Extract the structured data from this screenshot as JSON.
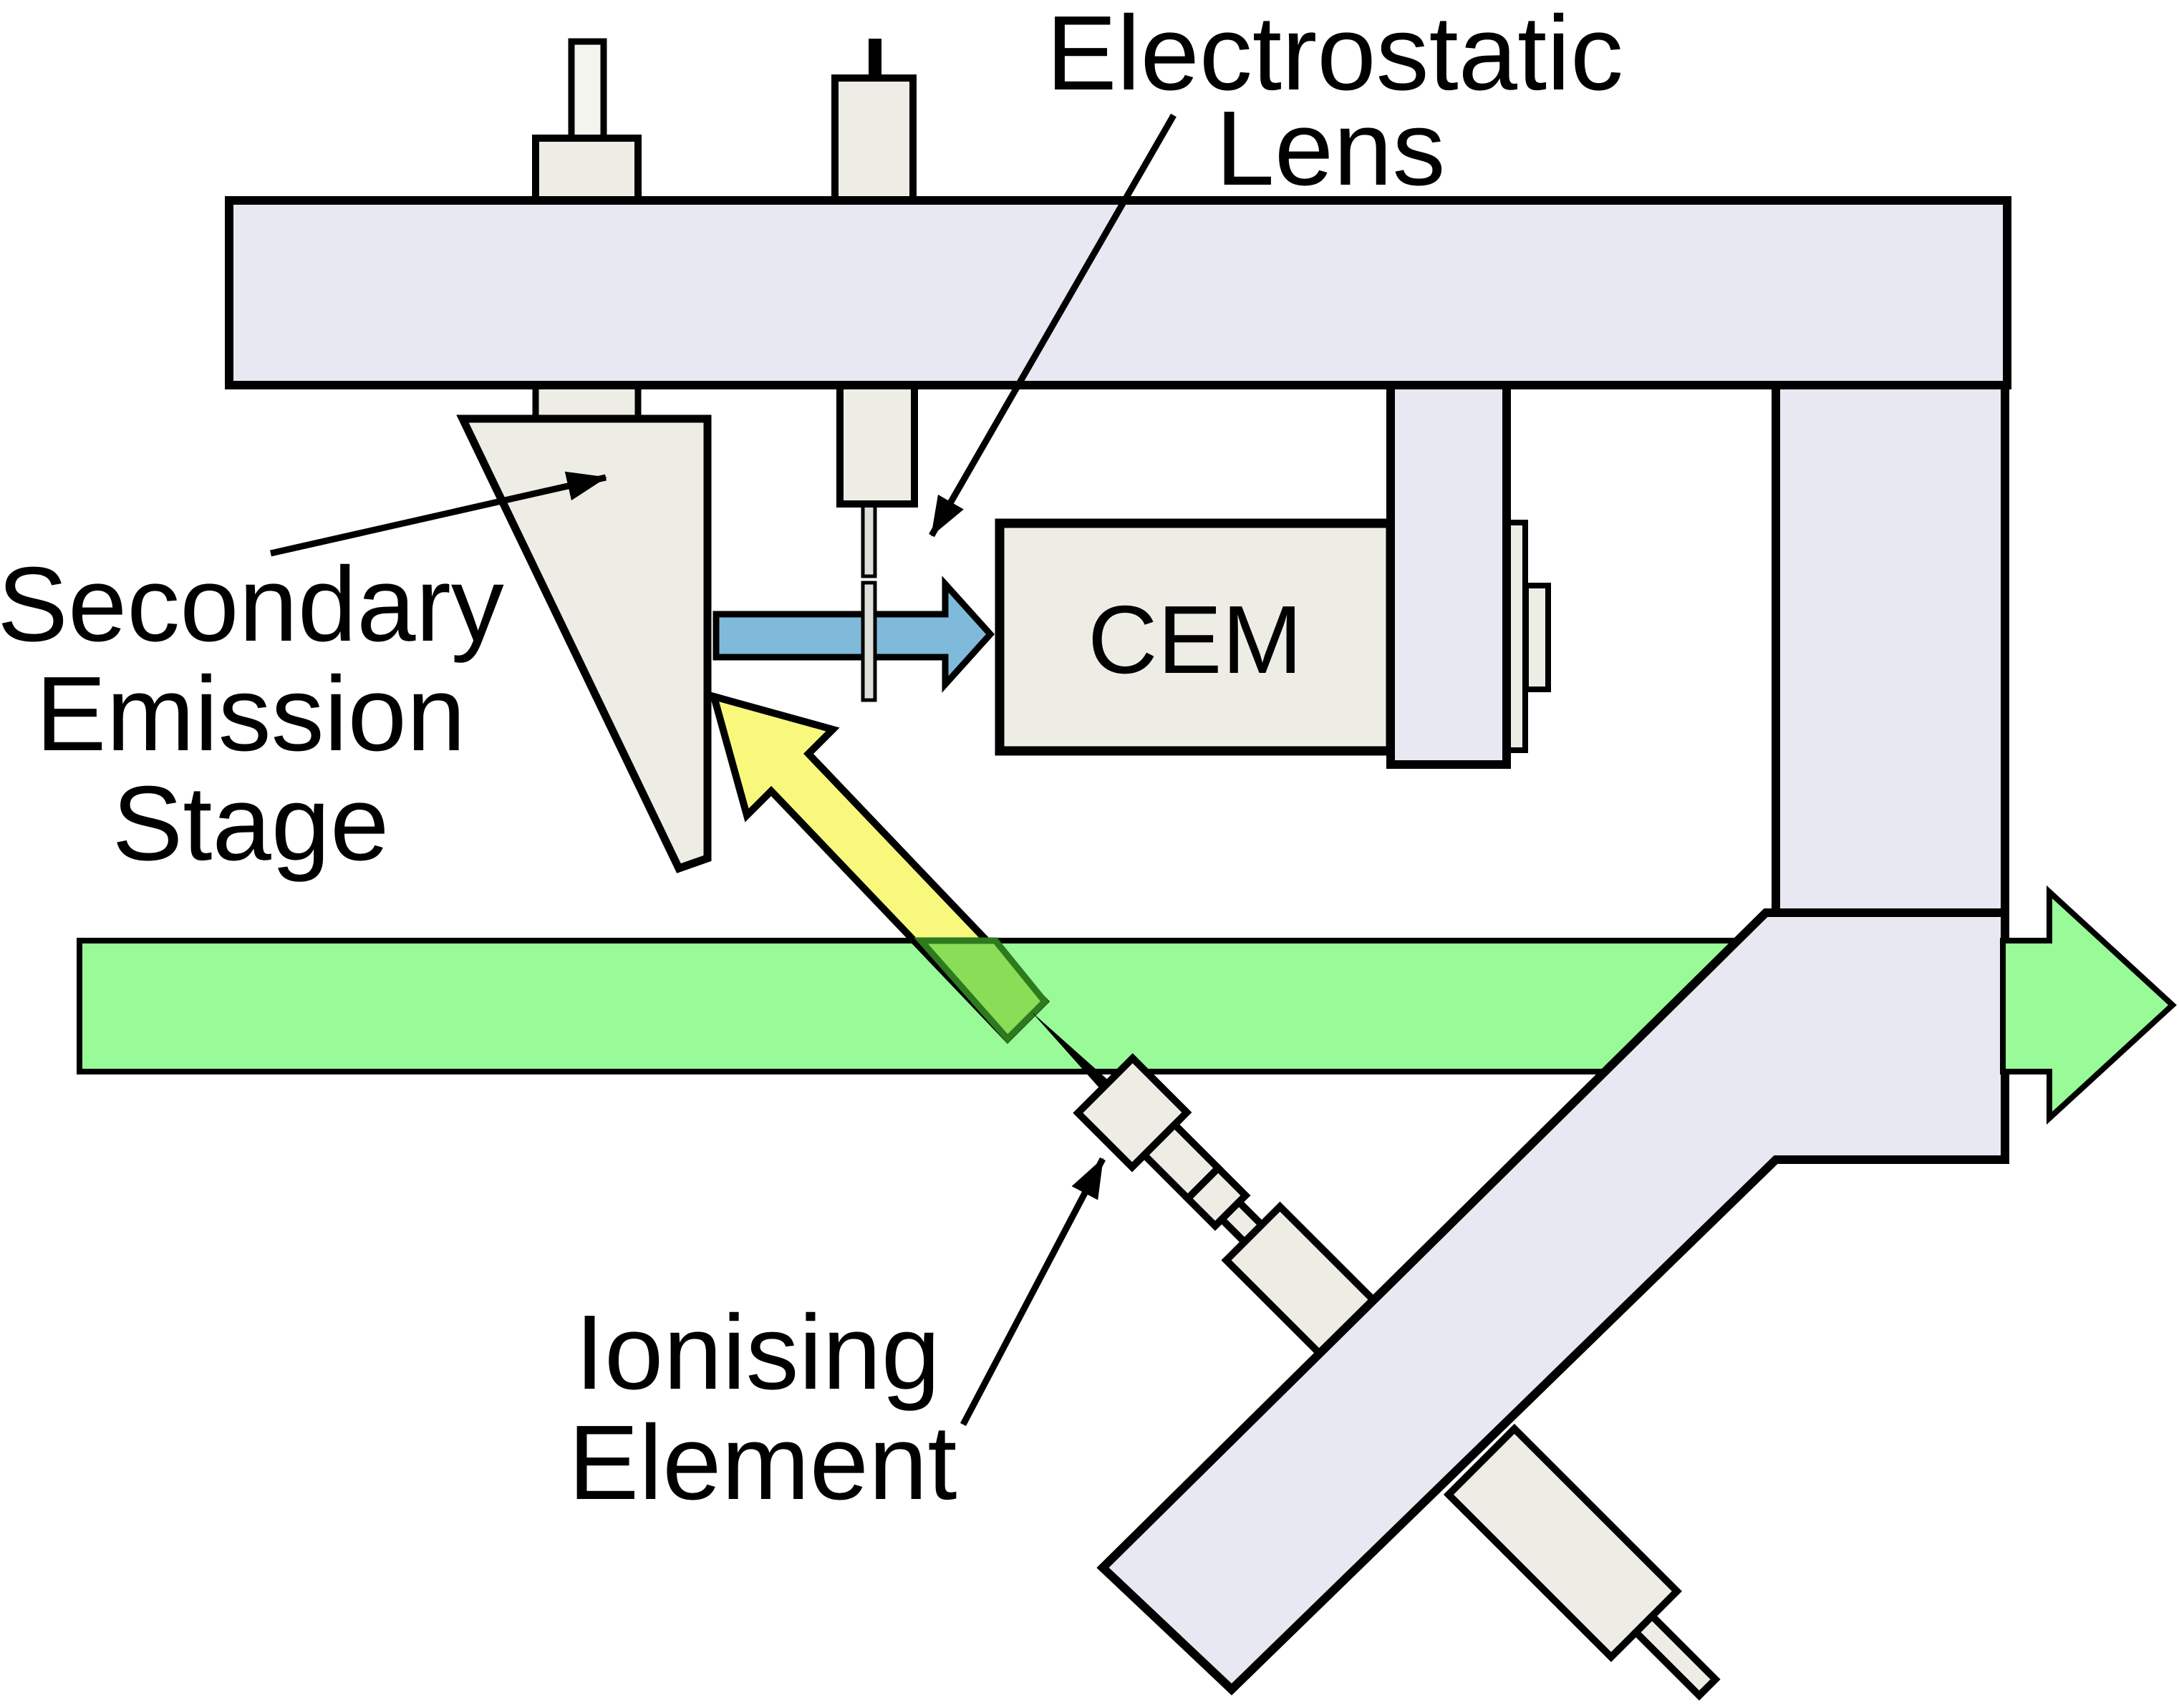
{
  "figure": {
    "labels": {
      "electrostatic_lens": {
        "line1": "Electrostatic",
        "line2": "Lens"
      },
      "secondary_emission_stage": {
        "line1": "Secondary",
        "line2": "Emission",
        "line3": "Stage"
      },
      "ionising_element": {
        "line1": "Ionising",
        "line2": "Element"
      },
      "cem": "CEM"
    },
    "colors": {
      "chamber_lavender": "#e8e8f3",
      "component_beige": "#eeede5",
      "beam_green": "#98fb98",
      "ion_yellow": "#f8f87c",
      "electron_blue": "#7fbadb",
      "overlap_green": "#8ade57",
      "overlap_outline": "#2e7a1e",
      "electrode_grey": "#dededa",
      "pin_white": "#f4f4ee",
      "outline_black": "#000000",
      "background": "#ffffff"
    }
  }
}
